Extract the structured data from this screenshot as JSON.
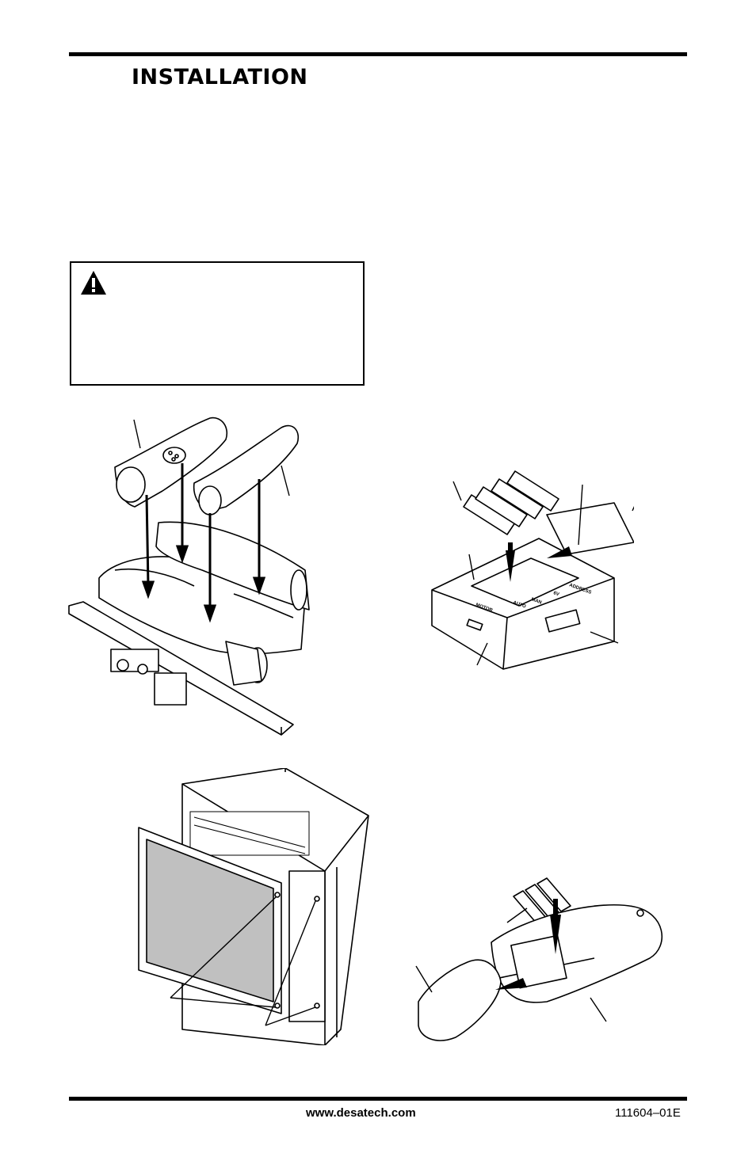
{
  "header": {
    "section_title": "INSTALLATION"
  },
  "figures": {
    "receiver": {
      "labels": {
        "motor": "MOTOR",
        "auto": "AUTO",
        "man": "MAN",
        "six_v": "6V",
        "address": "ADDRESS"
      }
    }
  },
  "footer": {
    "website": "www.desatech.com",
    "doc_code": "111604–01E"
  },
  "icons": {
    "warning": "warning-triangle-icon"
  },
  "colors": {
    "ink": "#000000",
    "glass": "#c0c0c0",
    "paper": "#ffffff"
  }
}
